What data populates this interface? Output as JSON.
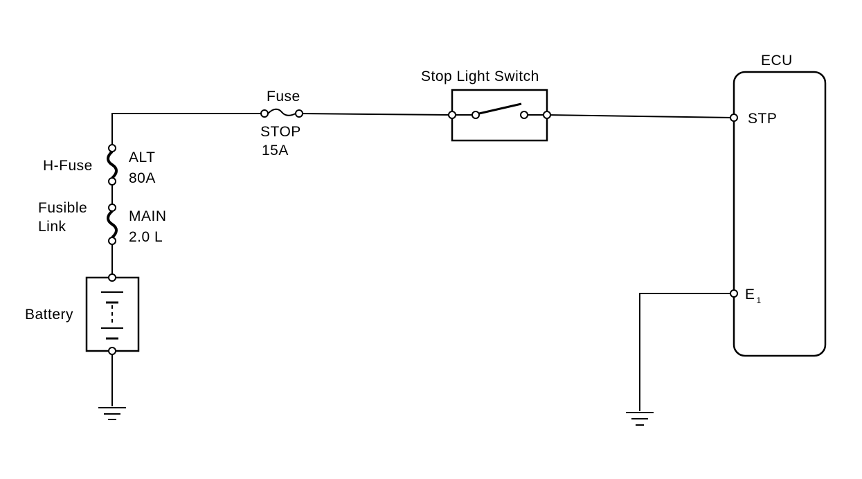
{
  "labels": {
    "fuse": "Fuse",
    "fuse_name": "STOP",
    "fuse_rating": "15A",
    "switch": "Stop Light Switch",
    "ecu": "ECU",
    "stp": "STP",
    "e1_main": "E",
    "e1_sub": "1",
    "h_fuse": "H-Fuse",
    "alt": "ALT",
    "alt_rating": "80A",
    "fusible_1": "Fusible",
    "fusible_2": "Link",
    "main": "MAIN",
    "main_rating": "2.0 L",
    "battery": "Battery"
  }
}
